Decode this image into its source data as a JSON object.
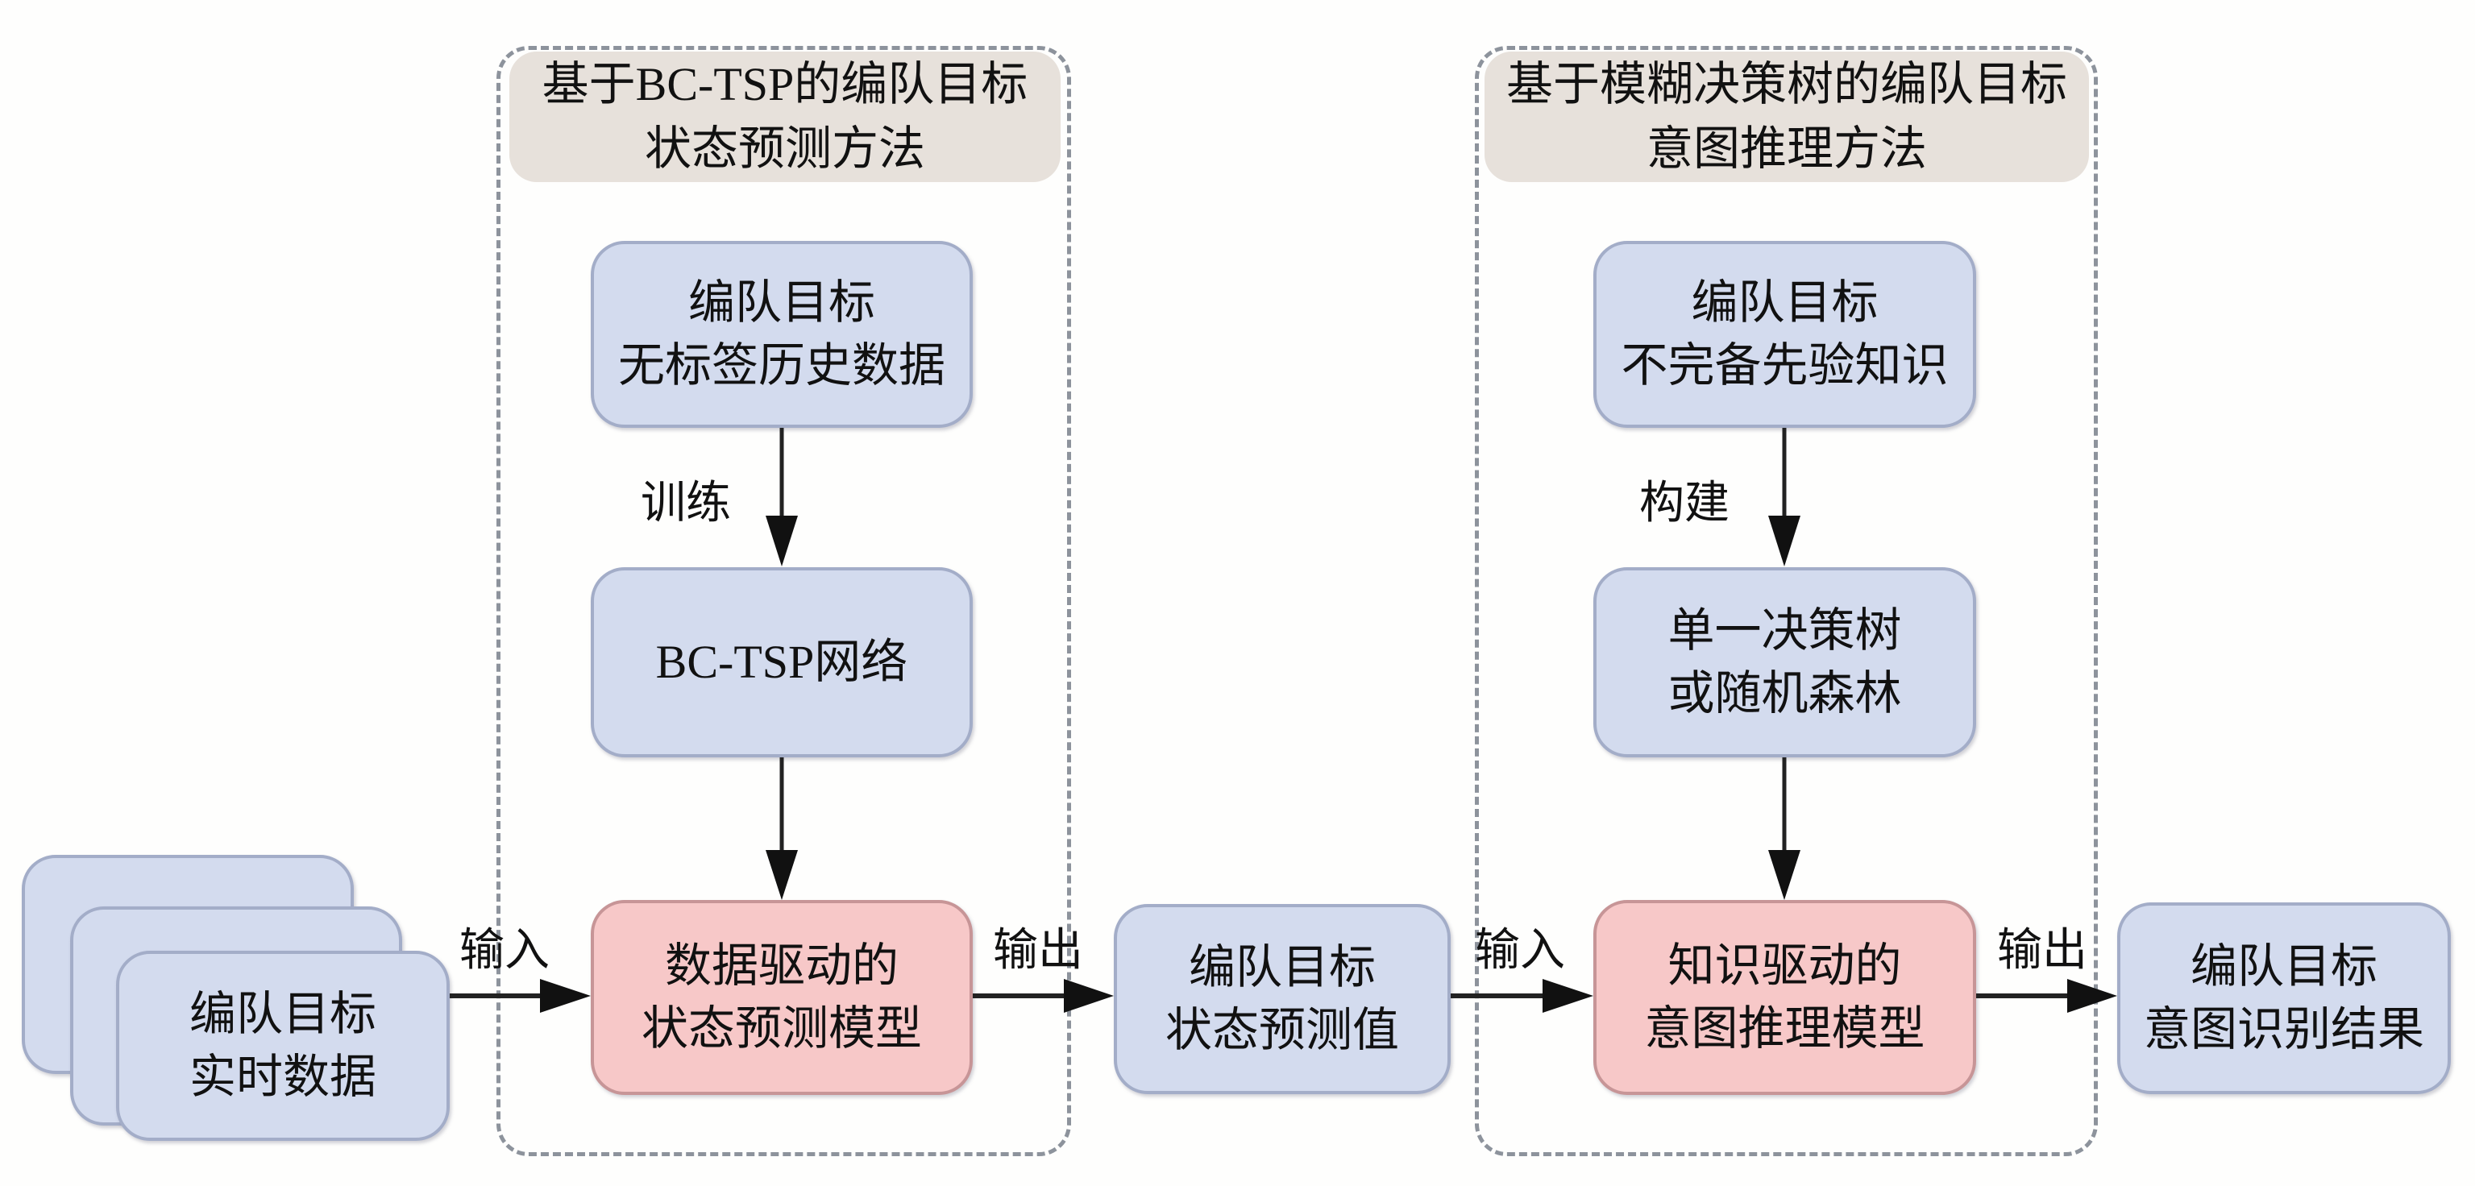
{
  "groups": [
    {
      "id": "state-prediction",
      "title": "基于BC-TSP的编队目标\n状态预测方法"
    },
    {
      "id": "intent-inference",
      "title": "基于模糊决策树的编队目标\n意图推理方法"
    }
  ],
  "nodes": {
    "realtime_data": {
      "label": "编队目标\n实时数据",
      "kind": "stacked-input"
    },
    "history_data": {
      "label": "编队目标\n无标签历史数据",
      "kind": "data"
    },
    "bctsp_network": {
      "label": "BC-TSP网络",
      "kind": "data"
    },
    "data_driven_model": {
      "label": "数据驱动的\n状态预测模型",
      "kind": "model"
    },
    "state_prediction_value": {
      "label": "编队目标\n状态预测值",
      "kind": "data"
    },
    "prior_knowledge": {
      "label": "编队目标\n不完备先验知识",
      "kind": "data"
    },
    "tree_or_forest": {
      "label": "单一决策树\n或随机森林",
      "kind": "data"
    },
    "knowledge_driven_model": {
      "label": "知识驱动的\n意图推理模型",
      "kind": "model"
    },
    "intent_result": {
      "label": "编队目标\n意图识别结果",
      "kind": "data"
    }
  },
  "edges": [
    {
      "from": "history_data",
      "to": "bctsp_network",
      "label": "训练"
    },
    {
      "from": "bctsp_network",
      "to": "data_driven_model",
      "label": ""
    },
    {
      "from": "realtime_data",
      "to": "data_driven_model",
      "label": "输入"
    },
    {
      "from": "data_driven_model",
      "to": "state_prediction_value",
      "label": "输出"
    },
    {
      "from": "state_prediction_value",
      "to": "knowledge_driven_model",
      "label": "输入"
    },
    {
      "from": "prior_knowledge",
      "to": "tree_or_forest",
      "label": "构建"
    },
    {
      "from": "tree_or_forest",
      "to": "knowledge_driven_model",
      "label": ""
    },
    {
      "from": "knowledge_driven_model",
      "to": "intent_result",
      "label": "输出"
    }
  ],
  "colors": {
    "data_node_fill": "#d3dbee",
    "model_node_fill": "#f7c8c8",
    "group_title_fill": "#e7e1db",
    "group_border": "#8d939c",
    "arrow": "#111111"
  }
}
